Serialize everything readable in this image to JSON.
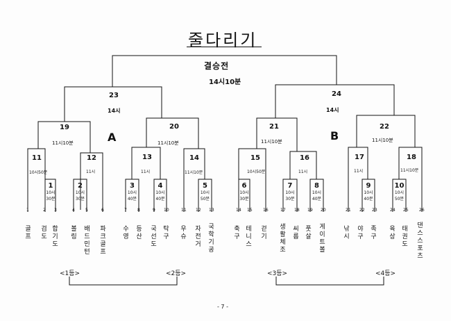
{
  "title": "줄다리기",
  "final": {
    "label": "결승전",
    "time": "14시10분"
  },
  "section_a": "A",
  "section_b": "B",
  "games": {
    "g23": {
      "num": "23",
      "time": "14시"
    },
    "g24": {
      "num": "24",
      "time": "14시"
    },
    "g19": {
      "num": "19",
      "time": "11시10분"
    },
    "g20": {
      "num": "20",
      "time": "11시10분"
    },
    "g21": {
      "num": "21",
      "time": "11시10분"
    },
    "g22": {
      "num": "22",
      "time": "11시10분"
    },
    "g11": {
      "num": "11",
      "time": "10시50분"
    },
    "g12": {
      "num": "12",
      "time": "11시"
    },
    "g13": {
      "num": "13",
      "time": "11시"
    },
    "g14": {
      "num": "14",
      "time": "11시10분"
    },
    "g15": {
      "num": "15",
      "time": "10시50분"
    },
    "g16": {
      "num": "16",
      "time": "11시"
    },
    "g17": {
      "num": "17",
      "time": "11시"
    },
    "g18": {
      "num": "18",
      "time": "11시10분"
    },
    "g1": {
      "num": "1",
      "time1": "10시",
      "time2": "30분"
    },
    "g2": {
      "num": "2",
      "time1": "10시",
      "time2": "30분"
    },
    "g3": {
      "num": "3",
      "time1": "10시",
      "time2": "40분"
    },
    "g4": {
      "num": "4",
      "time1": "10시",
      "time2": "40분"
    },
    "g5": {
      "num": "5",
      "time1": "10시",
      "time2": "50분"
    },
    "g6": {
      "num": "6",
      "time1": "10시",
      "time2": "30분"
    },
    "g7": {
      "num": "7",
      "time1": "10시",
      "time2": "30분"
    },
    "g8": {
      "num": "8",
      "time1": "10시",
      "time2": "40분"
    },
    "g9": {
      "num": "9",
      "time1": "10시",
      "time2": "40분"
    },
    "g10": {
      "num": "10",
      "time1": "10시",
      "time2": "50분"
    }
  },
  "slots": [
    "1",
    "2",
    "3",
    "4",
    "5",
    "6",
    "7",
    "8",
    "9",
    "10",
    "11",
    "12",
    "13",
    "14",
    "15",
    "16",
    "17",
    "18",
    "19",
    "20",
    "21",
    "22",
    "23",
    "24",
    "25",
    "26"
  ],
  "events": [
    "골프",
    "검도",
    "합기도",
    "볼링",
    "배드민턴",
    "파크골프",
    "수영",
    "등산",
    "국선도",
    "탁구",
    "우슈",
    "자전거",
    "국학기공",
    "축구",
    "테니스",
    "걷기",
    "생활체조",
    "씨름",
    "풋살",
    "게이트볼",
    "낚시",
    "야구",
    "족구",
    "육상",
    "태권도",
    "댄스스포츠"
  ],
  "places": {
    "p1": "<1등>",
    "p2": "<2등>",
    "p3": "<3등>",
    "p4": "<4등>"
  },
  "page_number": "- 7 -"
}
